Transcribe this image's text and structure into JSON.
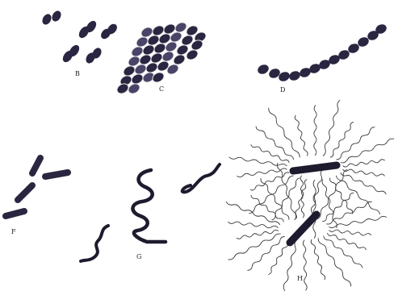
{
  "figure": {
    "panels": [
      {
        "label": "B",
        "form": "diplococci"
      },
      {
        "label": "C",
        "form": "staphylococci"
      },
      {
        "label": "D",
        "form": "streptococci"
      },
      {
        "label": "F",
        "form": "bacilli"
      },
      {
        "label": "G",
        "form": "spirilla"
      },
      {
        "label": "H",
        "form": "peritrichous-flagellated-bacilli"
      }
    ]
  },
  "colors": {
    "cell": "#2a2540",
    "cell_highlight": "#4a4468",
    "flagella": "#3a3a3a",
    "label": "#222222",
    "background": "#ffffff"
  }
}
